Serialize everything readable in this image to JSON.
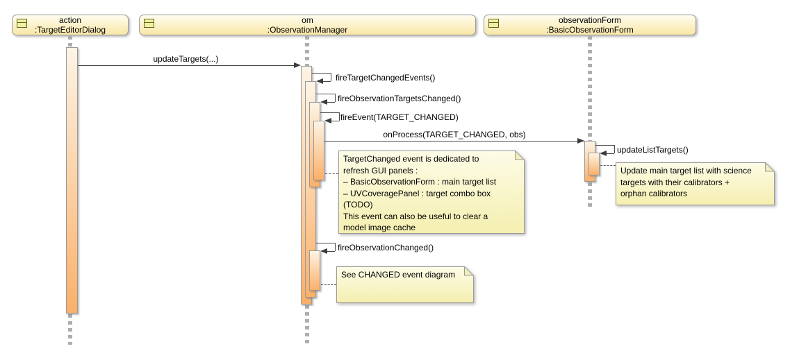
{
  "diagram": {
    "type": "uml-sequence-diagram",
    "participants": [
      {
        "id": "action",
        "line1": "action",
        "line2": ":TargetEditorDialog"
      },
      {
        "id": "om",
        "line1": "om",
        "line2": ":ObservationManager"
      },
      {
        "id": "observationForm",
        "line1": "observationForm",
        "line2": ":BasicObservationForm"
      }
    ],
    "messages": {
      "updateTargets": "updateTargets(...)",
      "fireTargetChangedEvents": "fireTargetChangedEvents()",
      "fireObservationTargetsChanged": "fireObservationTargetsChanged()",
      "fireEvent": "fireEvent(TARGET_CHANGED)",
      "onProcess": "onProcess(TARGET_CHANGED, obs)",
      "updateListTargets": "updateListTargets()",
      "fireObservationChanged": "fireObservationChanged()"
    },
    "notes": {
      "targetChanged": "TargetChanged event is dedicated to\nrefresh GUI panels :\n– BasicObservationForm : main target list\n– UVCoveragePanel : target combo box\n(TODO)\nThis event can also be useful to clear a\nmodel image cache",
      "updateMain": "Update main target list with science\ntargets with their calibrators +\norphan calibrators",
      "seeChanged": "See CHANGED event diagram"
    },
    "colors": {
      "background": "#ffffff",
      "participant_fill_top": "#fffdf0",
      "participant_fill_bottom": "#f9e7a6",
      "participant_border": "#9a9a9a",
      "activation_fill_top": "#fdf4e5",
      "activation_fill_bottom": "#fbb069",
      "activation_border": "#999999",
      "note_fill_top": "#fdfce6",
      "note_fill_bottom": "#f5efb0",
      "note_border": "#9a9a9a",
      "message_line": "#4a4a4a",
      "arrowhead": "#3c3c3c",
      "lifeline_dash": "#aeaeae",
      "icon_fill": "#f0efa2",
      "icon_border": "#62621c"
    }
  }
}
